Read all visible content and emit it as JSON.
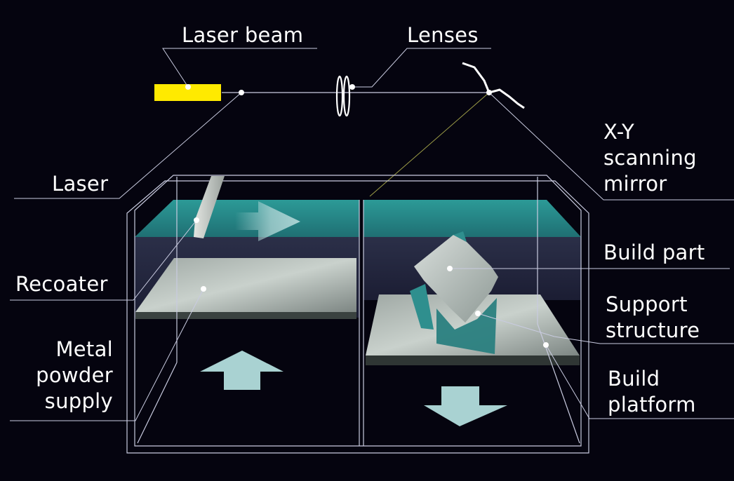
{
  "title": "",
  "colors": {
    "background": "#05040f",
    "laser": "#ffea00",
    "powder": "#2a8f8c",
    "leader_lines": "#c9cbe0",
    "arrows": "#a9d2d2"
  },
  "labels": {
    "laser_beam": "Laser beam",
    "lenses": "Lenses",
    "laser": "Laser",
    "mirror": [
      "X-Y",
      "scanning",
      "mirror"
    ],
    "recoater": "Recoater",
    "powder_supply": [
      "Metal",
      "powder",
      "supply"
    ],
    "build_part": "Build part",
    "support": [
      "Support",
      "structure"
    ],
    "platform": [
      "Build",
      "platform"
    ]
  },
  "icons": {
    "laser_source": "laser-source-icon",
    "lenses": "lens-pair-icon",
    "mirror": "scanning-mirror-icon",
    "up_arrow": "up-arrow-icon",
    "down_arrow": "down-arrow-icon",
    "recoat_arrow": "right-arrow-icon"
  }
}
